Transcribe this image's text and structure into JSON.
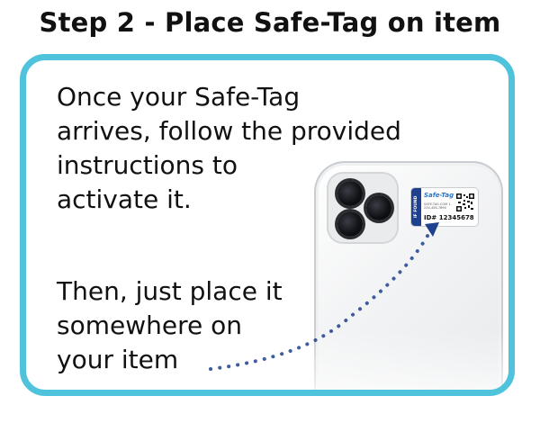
{
  "title": "Step 2 - Place Safe-Tag on item",
  "instructions": {
    "intro_lines": [
      "Once your Safe-Tag",
      "arrives, follow the provided",
      "instructions to",
      "activate it."
    ],
    "outro_lines": [
      "Then, just place it",
      "somewhere on",
      "your item"
    ]
  },
  "safe_tag": {
    "strip_text": "IF FOUND",
    "brand": "Safe-Tag",
    "sub_text": "SAFE-TAG.COM 1-234-456-7890",
    "id_text": "ID# 12345678"
  },
  "colors": {
    "panel_border": "#4fc3dc",
    "arrow": "#1f3f8f",
    "tag_strip": "#1f3f8f"
  }
}
